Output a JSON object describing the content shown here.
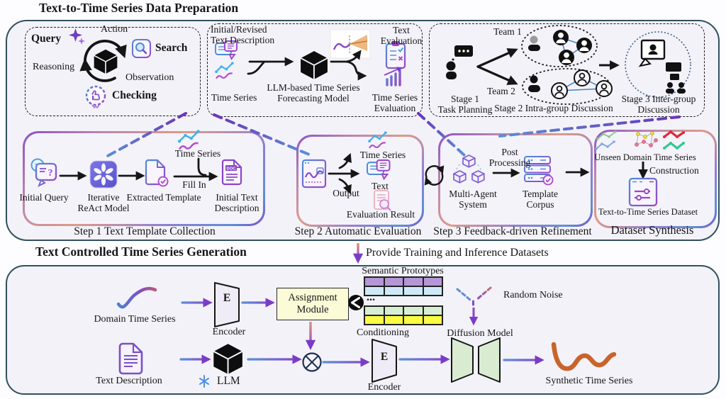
{
  "titles": {
    "top": "Text-to-Time Series Data Preparation",
    "bottom": "Text Controlled Time Series Generation",
    "provide": "Provide Training and Inference Datasets"
  },
  "colors": {
    "panel_border": "#32505e",
    "panel_fill": "#f3f2f9",
    "accent_purple": "#7a3cc8",
    "accent_blue": "#4f8cd6",
    "accent_salmon": "#df9a87",
    "assignment_fill": "#fcfbd8",
    "prototype_purple": "#b596d6",
    "prototype_blue": "#cfe9f7",
    "prototype_green": "#d8eed2",
    "prototype_yellow": "#fafb43",
    "diffusion_green": "#d9ecd2",
    "synthetic_orange": "#c8642a",
    "react_icon": "#6a63d8"
  },
  "react_box": {
    "query": "Query",
    "action": "Action",
    "search": "Search",
    "reasoning": "Reasoning",
    "observation": "Observation",
    "checking": "Checking"
  },
  "forecast_box": {
    "desc_line1": "Initial/Revised",
    "desc_line2": "Text Description",
    "time_series": "Time Series",
    "model_line1": "LLM-based Time Series",
    "model_line2": "Forecasting Model",
    "text_eval_line1": "Text",
    "text_eval_line2": "Evaluation",
    "ts_eval_line1": "Time Series",
    "ts_eval_line2": "Evaluation"
  },
  "agent_box": {
    "team1": "Team 1",
    "team2": "Team 2",
    "stage1_line1": "Stage 1",
    "stage1_line2": "Task Planning",
    "stage2": "Stage 2 Intra-group Discussion",
    "stage3_line1": "Stage 3 Inter-group",
    "stage3_line2": "Discussion"
  },
  "step1": {
    "caption": "Step 1 Text Template Collection",
    "initial_query": "Initial Query",
    "question_mark": "?",
    "react_line1": "Iterative",
    "react_line2": "ReAct Model",
    "extracted_template": "Extracted Template",
    "time_series": "Time Series",
    "fill_in": "Fill In",
    "initial_text_line1": "Initial Text",
    "initial_text_line2": "Description",
    "doc_badge": "DOC"
  },
  "step2": {
    "caption": "Step 2 Automatic Evaluation",
    "output": "Output",
    "time_series": "Time Series",
    "text": "Text",
    "evaluation_result": "Evaluation Result"
  },
  "step3": {
    "caption": "Step 3 Feedback-driven Refinement",
    "multi_agent_line1": "Multi-Agent",
    "multi_agent_line2": "System",
    "post_line1": "Post",
    "post_line2": "Processing",
    "corpus_line1": "Template",
    "corpus_line2": "Corpus"
  },
  "synthesis": {
    "caption": "Dataset Synthesis",
    "unseen": "Unseen Domain Time Series",
    "construction": "Construction",
    "dataset": "Text-to-Time Series Dataset"
  },
  "generation": {
    "domain_ts": "Domain Time Series",
    "encoder1_label": "Encoder",
    "encoder1_letter": "E",
    "text_description": "Text Description",
    "llm": "LLM",
    "assignment_line1": "Assignment",
    "assignment_line2": "Module",
    "semantic": "Semantic Prototypes",
    "ellipsis": "...",
    "conditioning": "Conditioning",
    "encoder2_label": "Encoder",
    "encoder2_letter": "E",
    "diffusion": "Diffusion Model",
    "random_noise": "Random Noise",
    "synthetic": "Synthetic Time Series"
  }
}
